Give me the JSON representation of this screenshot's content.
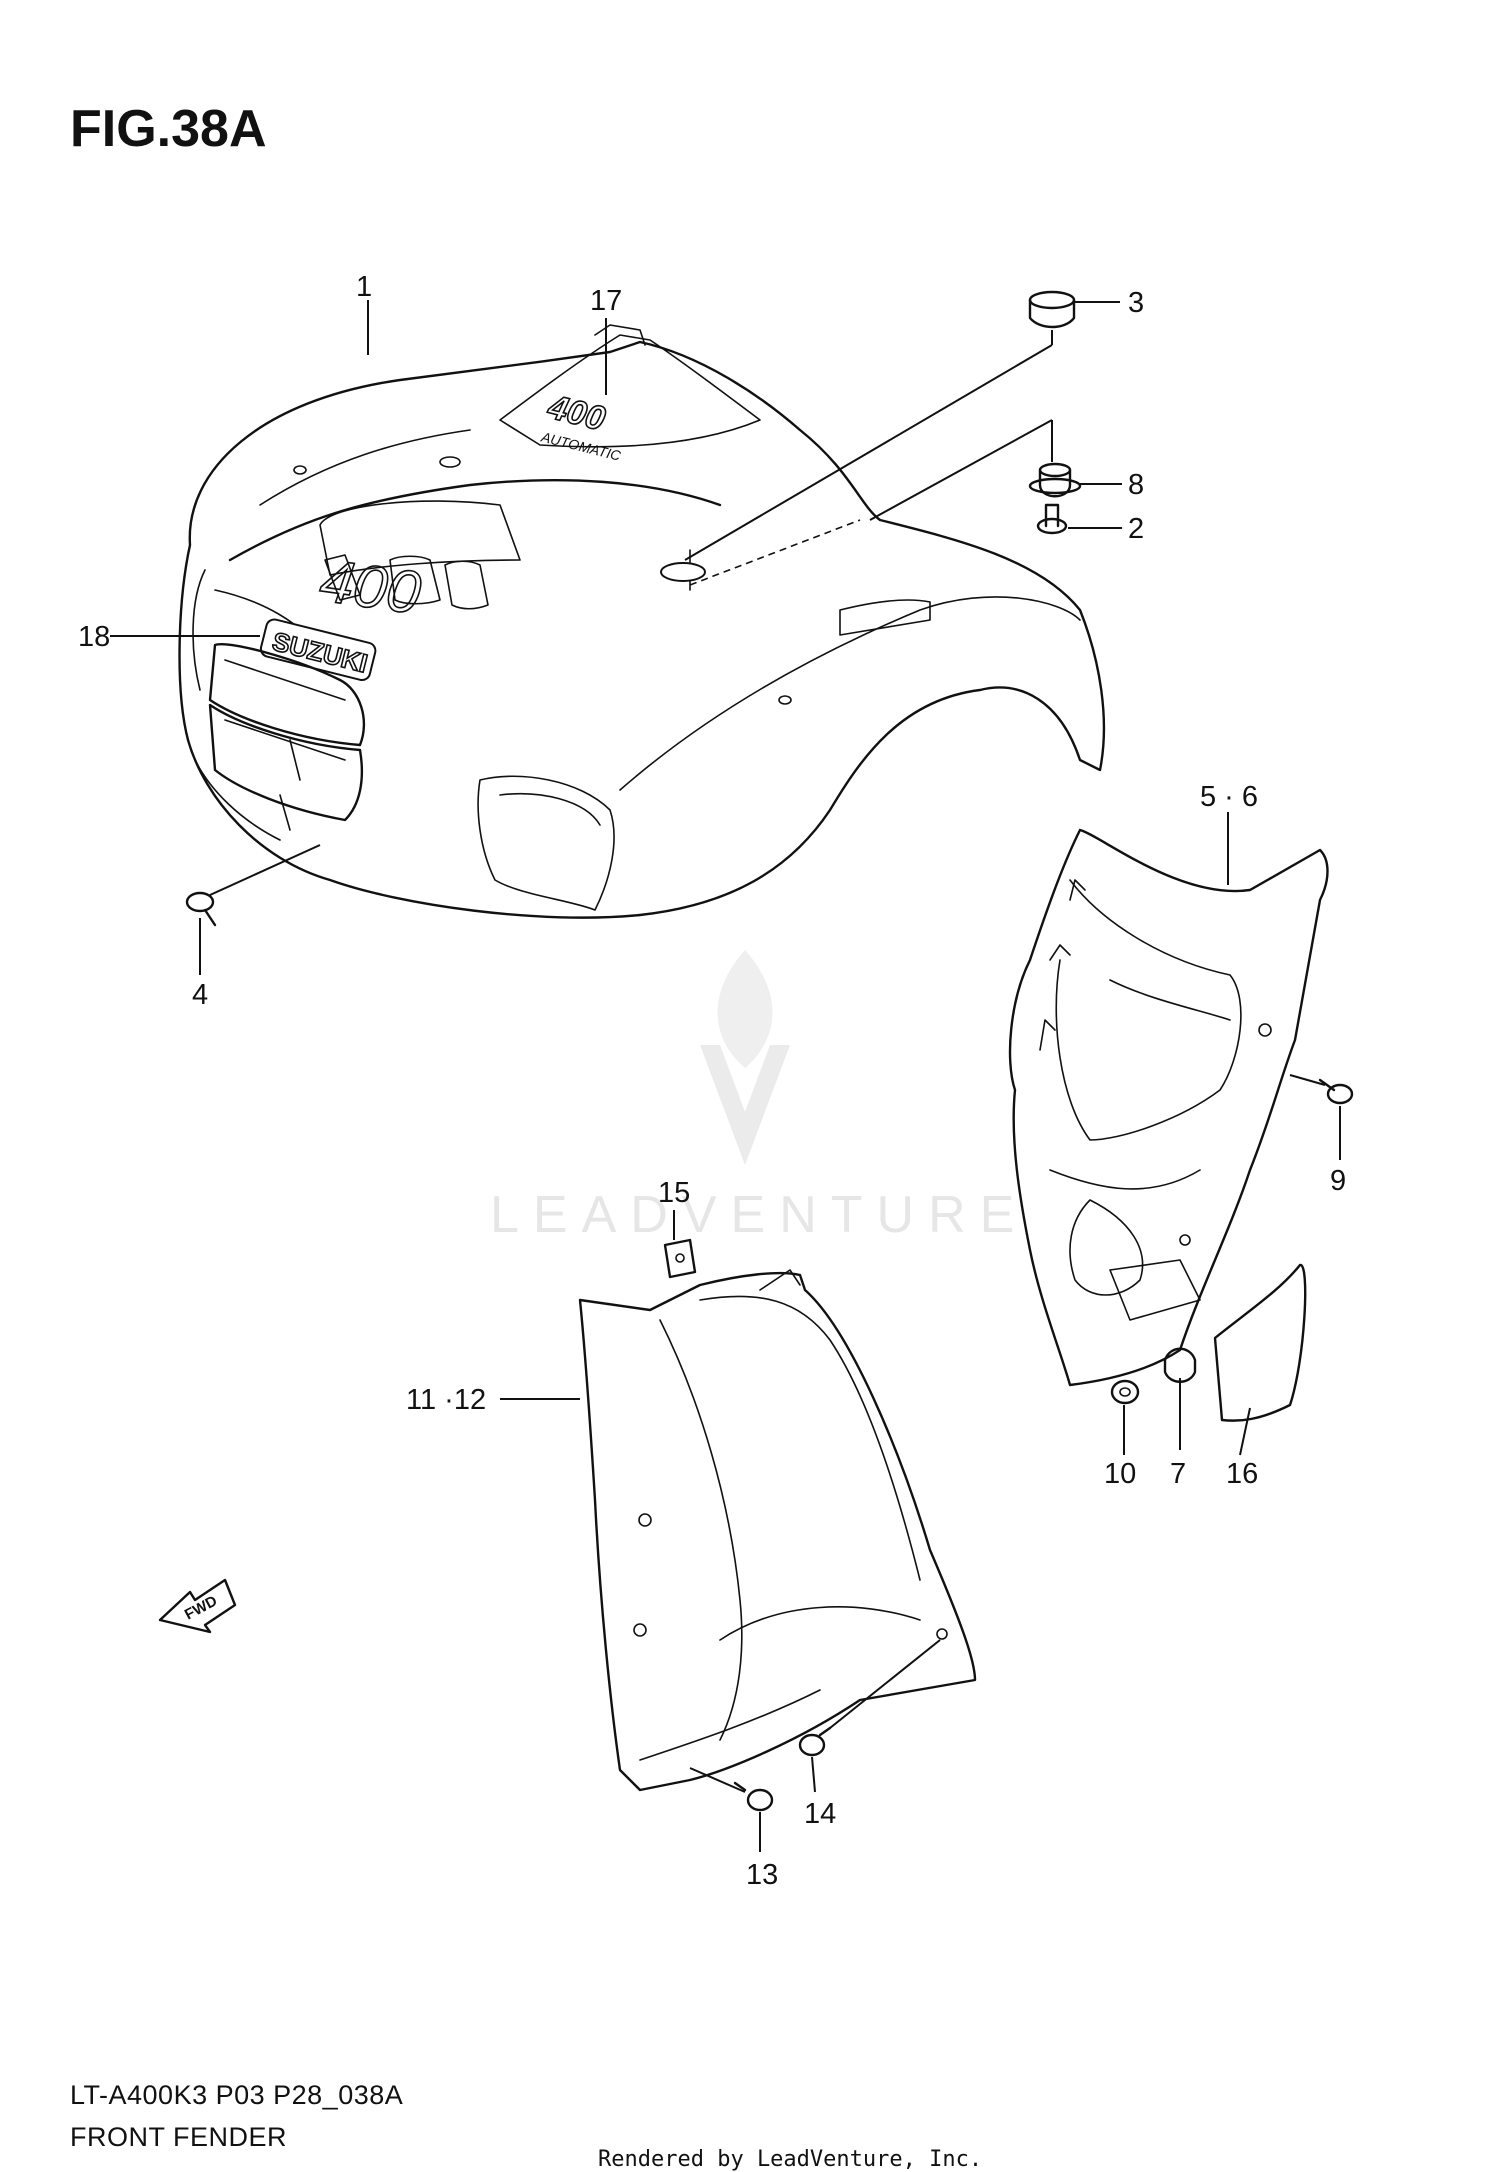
{
  "figure": {
    "title": "FIG.38A",
    "model_code": "LT-A400K3 P03 P28_038A",
    "section_name": "FRONT FENDER",
    "credit": "Rendered by LeadVenture, Inc.",
    "watermark": "LEADVENTURE",
    "direction_marker": "FWD"
  },
  "fender_graphics": {
    "emblem": "SUZUKI",
    "decal_number": "400",
    "decal_word": "AUTOMATIC",
    "hood_number": "400"
  },
  "callouts": {
    "c1": "1",
    "c2": "2",
    "c3": "3",
    "c4": "4",
    "c5_6": "5 · 6",
    "c7": "7",
    "c8": "8",
    "c9": "9",
    "c10": "10",
    "c11_12": "11 ·12",
    "c13": "13",
    "c14": "14",
    "c15": "15",
    "c16": "16",
    "c17": "17",
    "c18": "18"
  },
  "colors": {
    "line": "#111111",
    "background": "#ffffff",
    "watermark": "#e6e6e6"
  }
}
